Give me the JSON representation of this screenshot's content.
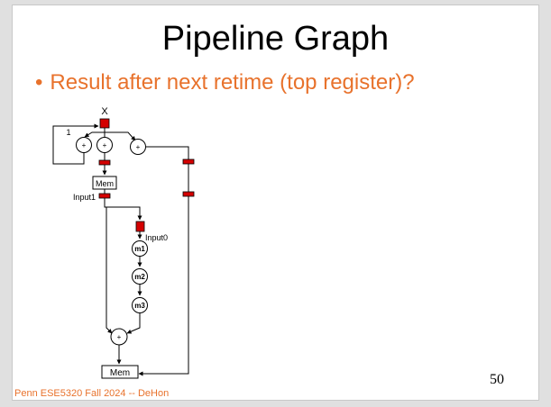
{
  "slide": {
    "title": "Pipeline Graph",
    "bullet": "Result after next retime (top register)?",
    "footer": "Penn ESE5320 Fall 2024 -- DeHon",
    "page_number": "50",
    "accent_color": "#e8722c"
  },
  "diagram": {
    "labels": {
      "x": "X",
      "one": "1",
      "input1": "Input1",
      "input0": "Input0"
    },
    "adders": [
      "+",
      "+",
      "+",
      "+"
    ],
    "multipliers": [
      "m1",
      "m2",
      "m3"
    ],
    "memories": [
      "Mem",
      "Mem"
    ],
    "register_color": "#d40000"
  }
}
